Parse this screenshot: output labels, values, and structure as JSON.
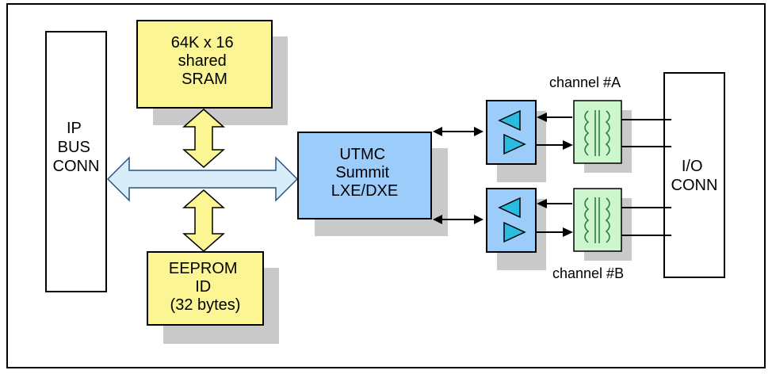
{
  "colors": {
    "frame": "#000000",
    "shadow": "#c9c9c9",
    "sram_fill": "#fcf594",
    "eeprom_fill": "#fcf594",
    "arrow_yellow": "#fcf594",
    "bus_arrow": "#d9ecfa",
    "utmc_fill": "#9ccdfa",
    "transceiver_fill": "#9ccdfa",
    "transceiver_triangle": "#2bbbe0",
    "transformer_fill": "#cdf6cf",
    "coil": "#2f7d3a",
    "white": "#ffffff"
  },
  "ip_bus": {
    "lines": [
      "IP",
      "BUS",
      "CONN"
    ]
  },
  "sram": {
    "lines": [
      "64K x 16",
      "shared",
      "SRAM"
    ]
  },
  "eeprom": {
    "lines": [
      "EEPROM",
      "ID",
      "(32 bytes)"
    ]
  },
  "utmc": {
    "lines": [
      "UTMC",
      "Summit",
      "LXE/DXE"
    ]
  },
  "io_conn": {
    "lines": [
      "I/O",
      "CONN"
    ]
  },
  "channel_a": {
    "label": "channel #A"
  },
  "channel_b": {
    "label": "channel #B"
  }
}
